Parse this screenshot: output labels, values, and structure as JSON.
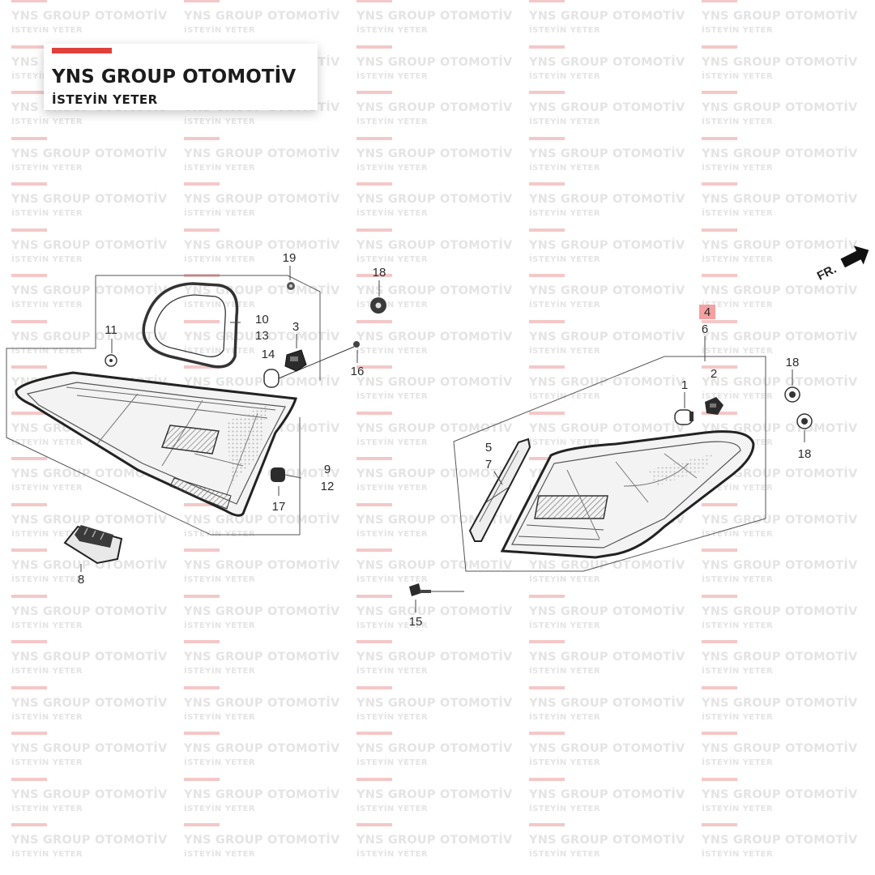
{
  "watermark": {
    "title": "YNS GROUP OTOMOTİV",
    "subtitle": "İSTEYİN YETER",
    "accent_color": "#e0403a"
  },
  "logo": {
    "title": "YNS GROUP OTOMOTİV",
    "subtitle": "İSTEYİN YETER",
    "accent_color": "#e0403a"
  },
  "direction_label": "FR.",
  "highlight_color": "#f3a1a1",
  "part_labels": {
    "p1": "1",
    "p2": "2",
    "p3": "3",
    "p4": "4",
    "p5": "5",
    "p6": "6",
    "p7": "7",
    "p8": "8",
    "p9": "9",
    "p10": "10",
    "p11": "11",
    "p12": "12",
    "p13": "13",
    "p14": "14",
    "p15": "15",
    "p16": "16",
    "p17": "17",
    "p18a": "18",
    "p18b": "18",
    "p18c": "18",
    "p19": "19"
  }
}
